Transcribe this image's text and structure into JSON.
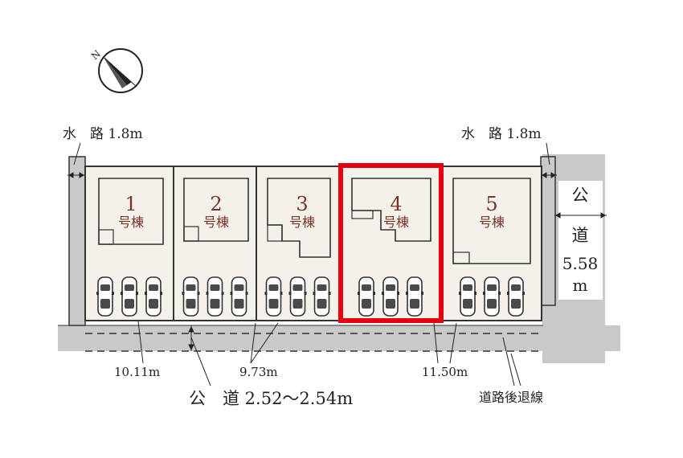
{
  "compass": {
    "north_label": "N"
  },
  "waterway_left": {
    "label": "水　路 1.8m"
  },
  "waterway_right": {
    "label": "水　路 1.8m"
  },
  "right_road": {
    "chars": [
      "公",
      "道",
      "5.58",
      "m"
    ]
  },
  "lots": [
    {
      "number": "1",
      "label": "号棟"
    },
    {
      "number": "2",
      "label": "号棟"
    },
    {
      "number": "3",
      "label": "号棟"
    },
    {
      "number": "4",
      "label": "号棟"
    },
    {
      "number": "5",
      "label": "号棟"
    }
  ],
  "frontages": [
    "10.11m",
    "9.73m",
    "11.50m"
  ],
  "bottom_road": {
    "label": "公　道 2.52〜2.54m"
  },
  "setback_label": "道路後退線",
  "colors": {
    "highlight": "#e60012",
    "lot_fill": "#f3f1ea",
    "road": "#c9c9c9",
    "lot_number": "#7a3328"
  }
}
